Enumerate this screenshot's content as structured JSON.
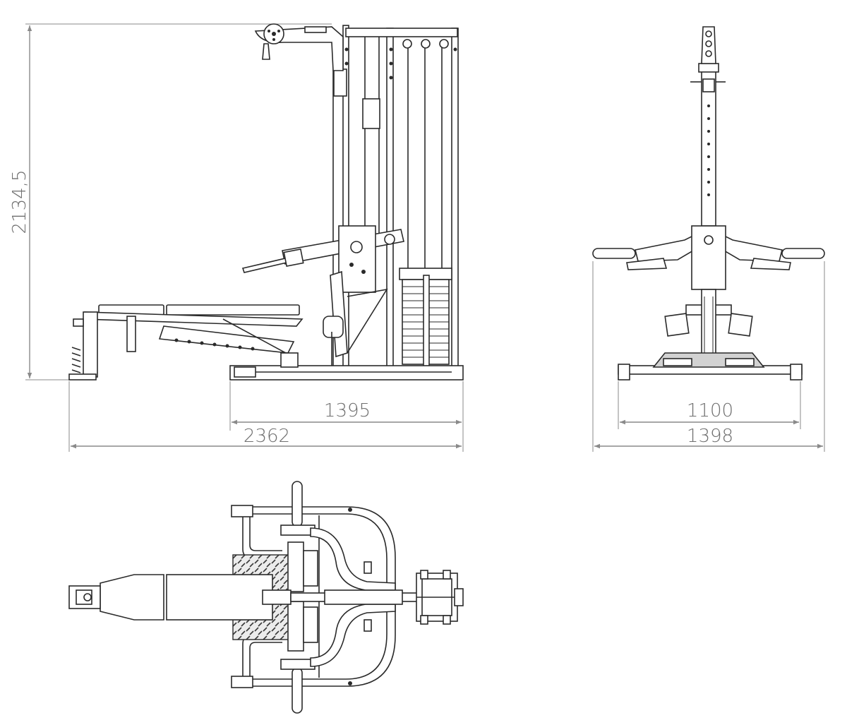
{
  "dimensions": {
    "side_height": "2134,5",
    "side_base_depth": "1395",
    "side_total_length": "2362",
    "front_base_width": "1100",
    "front_total_width": "1398"
  }
}
